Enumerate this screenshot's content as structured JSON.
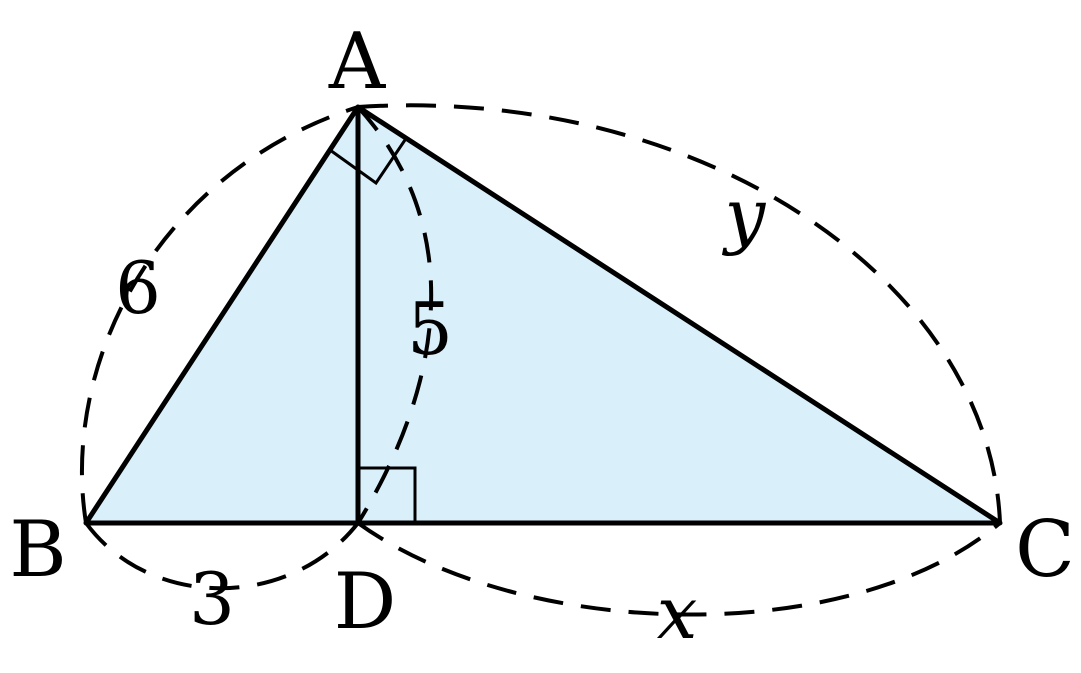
{
  "figure": {
    "vertices": {
      "A": "A",
      "B": "B",
      "C": "C",
      "D": "D"
    },
    "side_labels": {
      "AB": "6",
      "AD": "5",
      "BD": "3",
      "DC": "x",
      "AC": "y"
    },
    "colors": {
      "fill": "#d9f0fb",
      "stroke": "#000000"
    }
  }
}
